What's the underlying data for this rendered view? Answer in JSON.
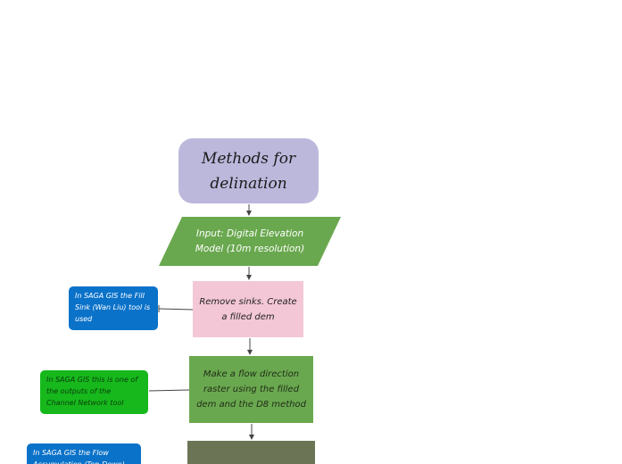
{
  "title_node": {
    "text": "Methods for delination"
  },
  "input_node": {
    "text": "Input: Digital Elevation Model (10m resolution)"
  },
  "step_sinks": {
    "text": "Remove sinks. Create a filled dem"
  },
  "step_flow_direction": {
    "text": "Make a flow direction raster using the filled dem and the D8 method"
  },
  "step_next": {
    "text": ""
  },
  "note_fill_sink": {
    "text": "In SAGA GIS the Fill Sink (Wan Liu) tool is used"
  },
  "note_channel": {
    "text": "In SAGA GIS this is one of the outputs of the Channel Network tool"
  },
  "note_flow_acc": {
    "text": "In SAGA GIS the Flow Accumulation (Top-Down) tool"
  },
  "colors": {
    "title": "#bcb8dc",
    "input": "#6aa84f",
    "sinks": "#f3c7d6",
    "flow_direction": "#6aa84f",
    "next_step": "#6b7556",
    "note_blue": "#0b72c9",
    "note_green": "#16b81c"
  }
}
